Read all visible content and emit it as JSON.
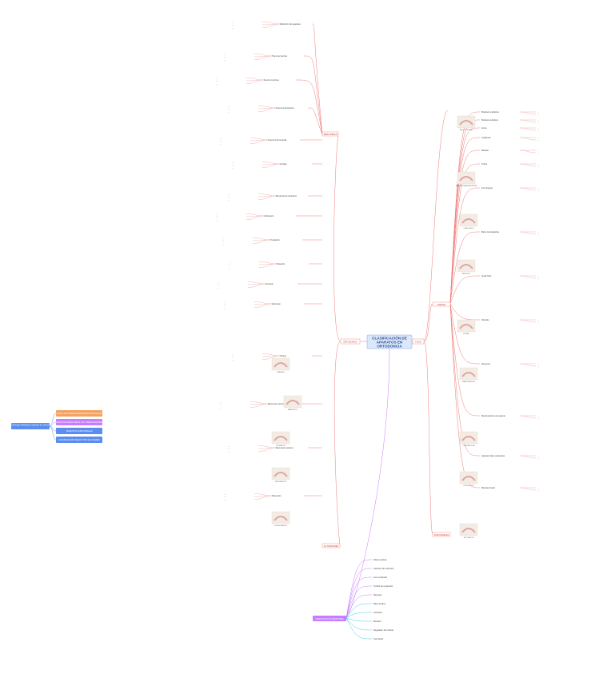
{
  "root": {
    "line1": "CLASIFICACIÓN DE",
    "line2": "APARATOS EN",
    "line3": "ORTODONCIA"
  },
  "branches": {
    "left_main": "ORTODONCIA",
    "right_main": "FIJOS",
    "bottom_main": "APARATOLOGÍA REMOVIBLE",
    "removibles": "REMOVIBLES",
    "partes": "PARTES",
    "funcionales": "FUNCIONALES",
    "activadores": "ACTIVADORES"
  },
  "legend": {
    "items": [
      {
        "text": "APARATOS FIJOS: NO PUEDEN SER RETIRADOS POR EL PACIENTE",
        "color": "#f4a261"
      },
      {
        "text": "APARATOS REMOVIBLES: SE PUEDEN RETIRAR",
        "color": "#c77dff"
      },
      {
        "text": "APARATOS FUNCIONALES",
        "color": "#5b8def"
      },
      {
        "text": "CLASIFICACIÓN SEGÚN TIPO DE FUERZA",
        "color": "#5b8def"
      }
    ],
    "left_note": "CLASIFICACIÓN DE APARATOS SEGÚN EL TIPO DE FUERZA"
  },
  "image_labels": {
    "img1": "BRACKETS",
    "img2": "ARCO LINGUAL",
    "img3": "BARRA TRANSPALATINA",
    "img4": "QUAD HELIX",
    "img5": "PÉNDULO",
    "img6": "HYRAX",
    "img7": "MANTENEDOR",
    "img8": "PLACA ACTIVA",
    "img9": "TWIN BLOCK",
    "img10": "FRANKEL",
    "img11": "BIONATOR",
    "img12": "ACTIVADOR",
    "img13": "RETENEDOR",
    "img14": "PLACA HAWLEY"
  },
  "left_topics": [
    "Definición de aparatos",
    "Tipos de fuerzas",
    "Fuerza continua",
    "Fuerza intermitente",
    "Fuerza interrumpida",
    "Anclaje",
    "Movimientos dentarios",
    "Inclinación",
    "Traslación",
    "Rotación",
    "Intrusión",
    "Extrusión",
    "Torque",
    "Elementos activos",
    "Elementos pasivos",
    "Retención"
  ],
  "right_topics": [
    "Brackets metálicos",
    "Brackets estéticos",
    "Arcos",
    "Ligaduras",
    "Bandas",
    "Tubos",
    "Arco lingual",
    "Barra transpalatina",
    "Quad helix",
    "Péndulo",
    "Disyuntor",
    "Mantenedores de espacio",
    "Aparatos fijos extraorales",
    "Máscara facial"
  ],
  "bottom_topics": [
    "Placas activas",
    "Ganchos de retención",
    "Arco vestibular",
    "Tornillo de expansión",
    "Resortes",
    "Base acrílica",
    "Activador",
    "Bionator",
    "Regulador de Frankel",
    "Twin block"
  ]
}
